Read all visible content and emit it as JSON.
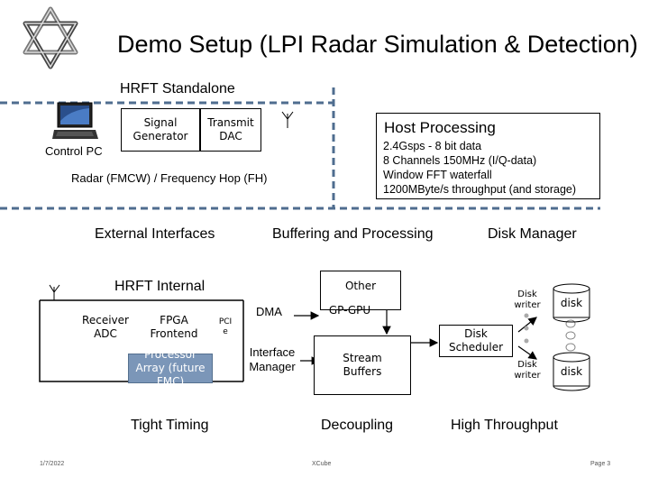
{
  "slide": {
    "title": "Demo Setup (LPI Radar Simulation & Detection)",
    "date": "1/7/2022",
    "footer_center": "XCube",
    "page": "Page 3"
  },
  "standalone": {
    "heading": "HRFT Standalone",
    "signal_generator": "Signal Generator",
    "transmit_dac": "Transmit DAC",
    "control_pc": "Control PC",
    "radar_caption": "Radar (FMCW) / Frequency Hop (FH)"
  },
  "host": {
    "title": "Host Processing",
    "lines": [
      "2.4Gsps - 8 bit data",
      "8 Channels 150MHz (I/Q-data)",
      "Window FFT waterfall",
      "1200MByte/s throughput (and storage)"
    ]
  },
  "sections": {
    "external_interfaces": "External Interfaces",
    "buffering": "Buffering and Processing",
    "disk_manager": "Disk Manager"
  },
  "internal": {
    "heading": "HRFT Internal",
    "receiver_adc": "Receiver ADC",
    "fpga_frontend": "FPGA Frontend",
    "pci": "PCI e",
    "processor_array": "Processor Array (future FMC)",
    "dma": "DMA",
    "interface_manager": "Interface Manager",
    "other": "Other",
    "gp_gpu": "GP-GPU",
    "stream_buffers": "Stream Buffers",
    "disk_scheduler": "Disk Scheduler",
    "disk_writer_1": "Disk writer",
    "disk_writer_2": "Disk writer",
    "disk_1": "disk",
    "disk_2": "disk"
  },
  "bottom": {
    "tight_timing": "Tight Timing",
    "decoupling": "Decoupling",
    "high_throughput": "High Throughput"
  },
  "colors": {
    "dashed_line": "#4f6d8f",
    "processor_fill": "#7b96b8"
  }
}
